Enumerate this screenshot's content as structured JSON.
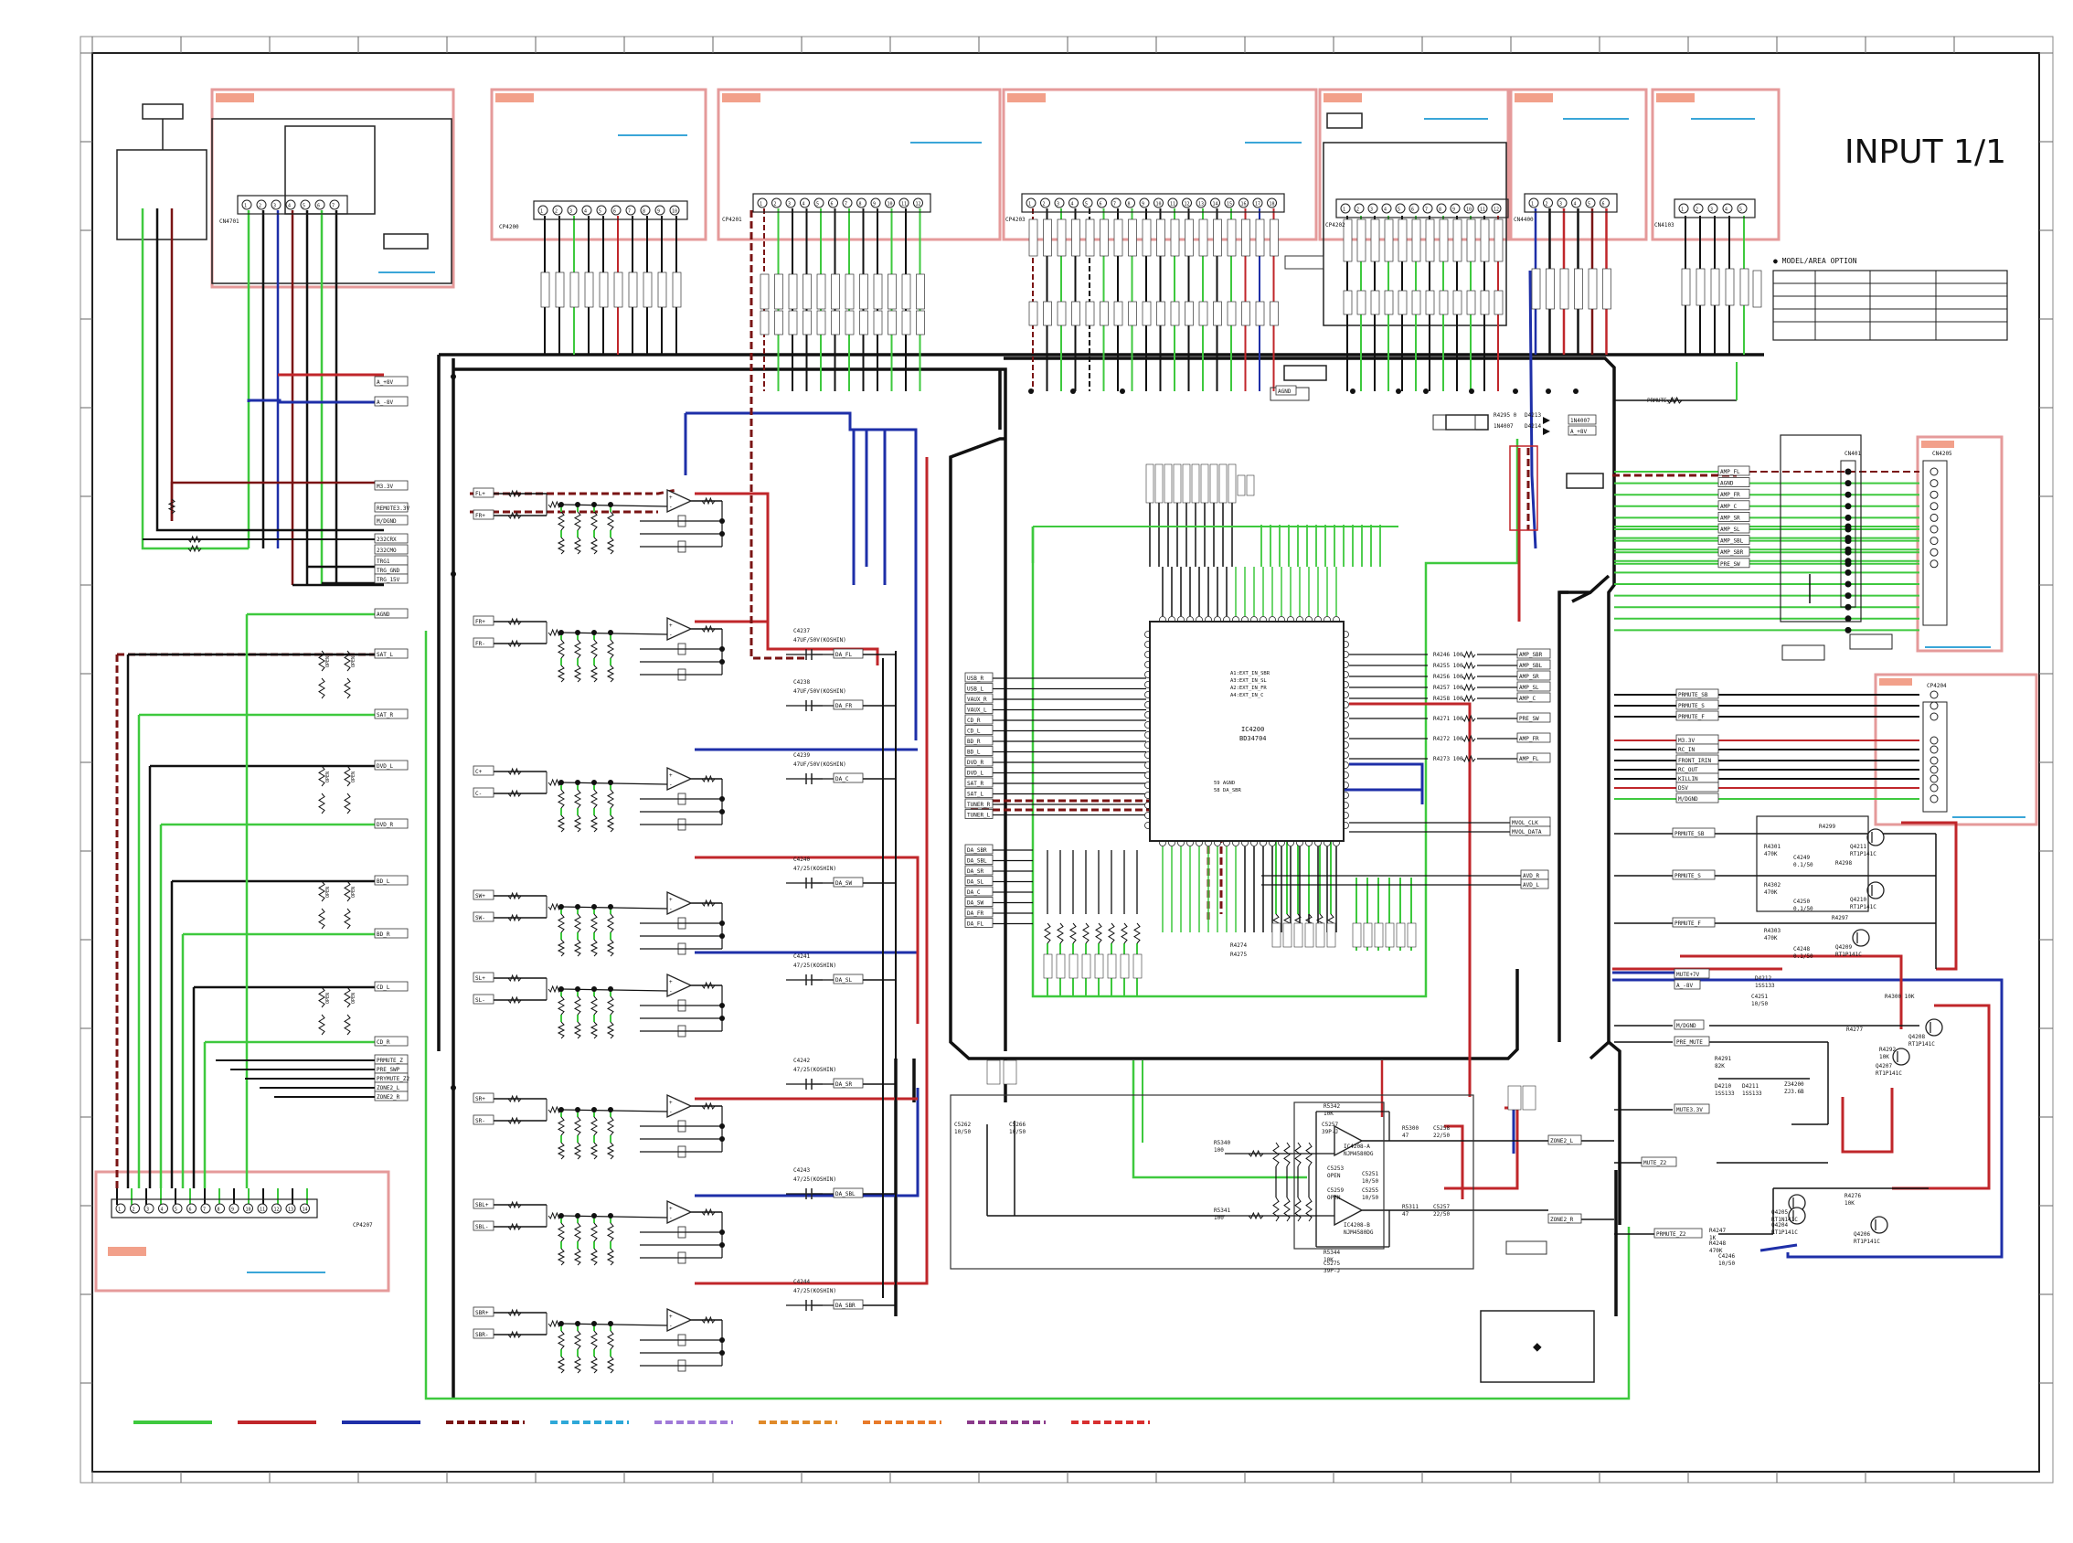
{
  "title": "INPUT 1/1",
  "connectors": {
    "cn4701": "CN4701",
    "cp4200": "CP4200",
    "cp4201": "CP4201",
    "cp4203": "CP4203",
    "cp4202": "CP4202",
    "cn4400": "CN4400",
    "cn4103": "CN4103",
    "cn401": "CN401",
    "cn4205": "CN4205",
    "cp4204": "CP4204",
    "cp4207": "CP4207"
  },
  "model_option_label": "● MODEL/AREA OPTION",
  "ic4200": {
    "ref": "IC4200",
    "part": "BD34704"
  },
  "ic4208": {
    "ref": "IC4208-A",
    "part": "NJM4580DG"
  },
  "ic4208b": {
    "ref": "IC4208-B",
    "part": "NJM4580DG"
  },
  "left_nets": [
    "A_+8V",
    "A_-8V",
    "M3.3V",
    "REMOTE3.3V",
    "M/DGND",
    "232CRX",
    "232CMO",
    "TRG1",
    "TRG_GND",
    "TRG_15V",
    "AGND",
    "SAT_L",
    "SAT_R",
    "DVD_L",
    "DVD_R",
    "BD_L",
    "BD_R",
    "CD_L",
    "CD_R",
    "PRMUTE_Z",
    "PRE_SWP",
    "PRYMUTE_Z2",
    "ZONE2_L",
    "ZONE2_R"
  ],
  "mid_nets": [
    "FL+",
    "FR+",
    "FR-",
    "C+",
    "C-",
    "SW+",
    "SW-",
    "SL+",
    "SL-",
    "SR+",
    "SR-",
    "SBL+",
    "SBL-",
    "SBR+",
    "SBR-"
  ],
  "da_nets": [
    "DA_FL",
    "DA_FR",
    "DA_C",
    "DA_SW",
    "DA_SL",
    "DA_SR",
    "DA_SBL",
    "DA_SBR"
  ],
  "caps": [
    {
      "ref": "C4237",
      "val": "47UF/50V(KOSHIN)"
    },
    {
      "ref": "C4238",
      "val": "47UF/50V(KOSHIN)"
    },
    {
      "ref": "C4239",
      "val": "47UF/50V(KOSHIN)"
    },
    {
      "ref": "C4240",
      "val": "47/25(KOSHIN)"
    },
    {
      "ref": "C4241",
      "val": "47/25(KOSHIN)"
    },
    {
      "ref": "C4242",
      "val": "47/25(KOSHIN)"
    },
    {
      "ref": "C4243",
      "val": "47/25(KOSHIN)"
    },
    {
      "ref": "C4244",
      "val": "47/25(KOSHIN)"
    }
  ],
  "ic_left_pins": [
    "USB_R",
    "USB_L",
    "VAUX_R",
    "VAUX_L",
    "CD_R",
    "CD_L",
    "BD_R",
    "BD_L",
    "DVD_R",
    "DVD_L",
    "SAT_R",
    "SAT_L",
    "TUNER_R",
    "TUNER_L"
  ],
  "ic_right_pins": [
    "R4246  100",
    "R4255  100",
    "R4256  100",
    "R4257  100",
    "R4258  100",
    "R4271  100",
    "R4272  100",
    "R4273  100"
  ],
  "ic_right_nets": [
    "AMP_SBR",
    "AMP_SBL",
    "AMP_SR",
    "AMP_SL",
    "AMP_C",
    "PRE_SW",
    "AMP_FR",
    "AMP_FL"
  ],
  "da_left_nets": [
    "DA_SBR",
    "DA_SBL",
    "DA_SR",
    "DA_SL",
    "DA_C",
    "DA_SW",
    "DA_FR",
    "DA_FL"
  ],
  "ic_inner_labels": [
    "A1:EXT_IN_SBR",
    "A3:EXT_IN_SL",
    "A2:EXT_IN_FR",
    "A4:EXT_IN_C",
    "59 AGND",
    "58 DA_SBR"
  ],
  "mvol": [
    "MVOL_CLK",
    "MVOL_DATA"
  ],
  "avd": [
    "AVD_R",
    "AVD_L"
  ],
  "cn401_nets": [
    "AMP_FL",
    "AGND",
    "AMP_FR",
    "AMP_C",
    "AMP_SR",
    "AMP_SL",
    "AMP_SBL",
    "AMP_SBR",
    "PRE_SW"
  ],
  "right_nets": [
    "PRMUTE_SB",
    "PRMUTE_S",
    "PRMUTE_F",
    "M3.3V",
    "RC_IN",
    "FRONT_IRIN",
    "RC_OUT",
    "KILLIN",
    "D5V",
    "M/DGND"
  ],
  "transistors": [
    {
      "ref": "Q4211",
      "part": "RT1P141C"
    },
    {
      "ref": "Q4210",
      "part": "RT1P141C"
    },
    {
      "ref": "Q4209",
      "part": "RT1P141C"
    },
    {
      "ref": "Q4208",
      "part": "RT1P141C"
    },
    {
      "ref": "Q4207",
      "part": "RT1P141C"
    },
    {
      "ref": "Q4205",
      "part": "RT1N141C"
    },
    {
      "ref": "Q4204",
      "part": "RT1P141C"
    },
    {
      "ref": "Q4206",
      "part": "RT1P141C"
    }
  ],
  "right_misc": [
    "R4299",
    "R4298",
    "R4297",
    "R4300 10K",
    "MUTE+7V",
    "A_-8V",
    "M/DGND",
    "PRE_MUTE",
    "MUTE3.3V",
    "MUTE_Z2",
    "PRMUTE_Z2",
    "R4295  0",
    "D4213",
    "1N4007",
    "D4214",
    "1N4007",
    "A_+8V",
    "A_-8V"
  ],
  "diodes": [
    "D4210 1SS133",
    "D4211 1SS133",
    "Z34200 ZJ3.6B",
    "D4212 1SS133"
  ],
  "zone_nets": [
    "ZONE2_L",
    "ZONE2_R"
  ],
  "opamp_parts": [
    "R5342 10K",
    "C5257 39P-J",
    "R5300 47",
    "C5258 22/50",
    "R5340 100",
    "C5253 OPEN",
    "C5251 10/50",
    "C5259 OPEN",
    "C5255 10/50",
    "R5341 100",
    "R5311 47",
    "C5257 22/50",
    "R5344 10K",
    "C5275 39P-J",
    "C5262 10/50",
    "C5266 10/50"
  ],
  "legend_colors": [
    "#3ec93e",
    "#c0262a",
    "#1e2fa8",
    "#7a1414",
    "#2ea8d8",
    "#a07ad8",
    "#e08a2a",
    "#e87a2a",
    "#8a3a8a",
    "#d83030"
  ]
}
